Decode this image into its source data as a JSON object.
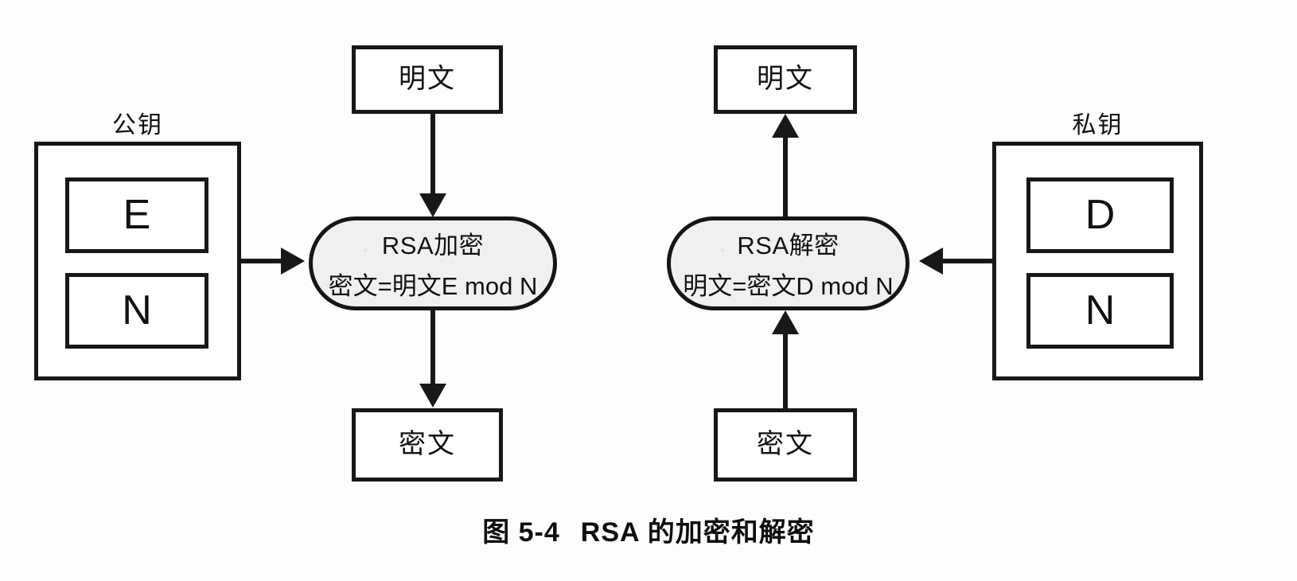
{
  "figure": {
    "caption_prefix": "图 5-4",
    "caption_title": "RSA 的加密和解密"
  },
  "encryption_side": {
    "key_label": "公钥",
    "key_components": [
      {
        "name": "exponent",
        "value": "E"
      },
      {
        "name": "modulus",
        "value": "N"
      }
    ],
    "input_box": "明文",
    "process": {
      "title": "RSA加密",
      "formula": "密文=明文E mod N"
    },
    "output_box": "密文"
  },
  "decryption_side": {
    "key_label": "私钥",
    "key_components": [
      {
        "name": "exponent",
        "value": "D"
      },
      {
        "name": "modulus",
        "value": "N"
      }
    ],
    "input_box": "密文",
    "process": {
      "title": "RSA解密",
      "formula": "明文=密文D mod N"
    },
    "output_box": "明文"
  },
  "colors": {
    "stroke": "#181818",
    "process_fill": "#f0f0f0",
    "background": "#fdfdfd"
  }
}
